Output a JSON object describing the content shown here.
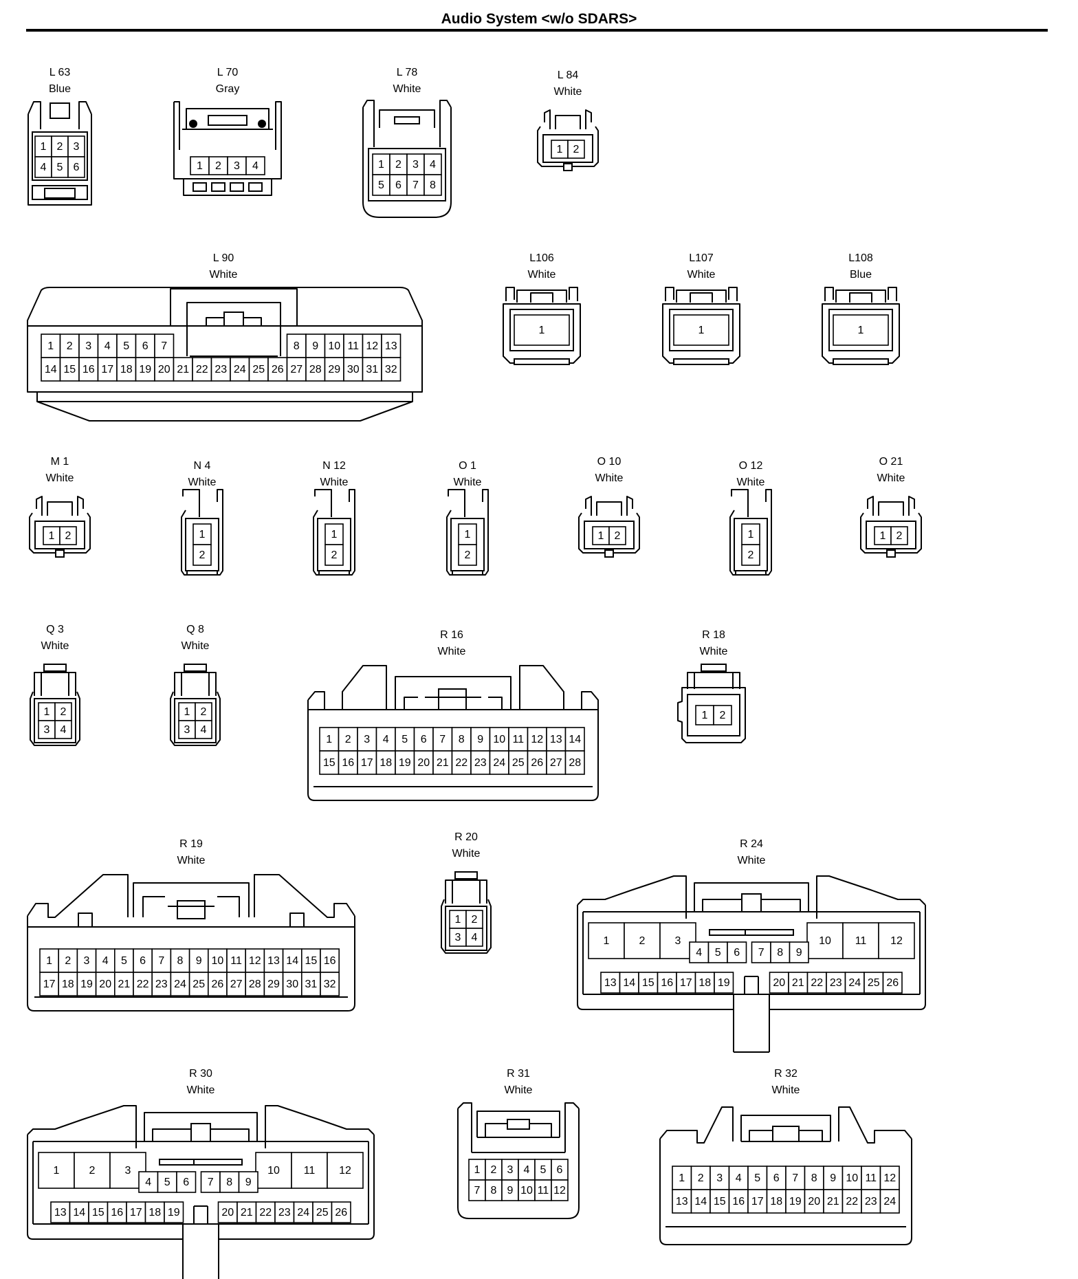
{
  "title": "Audio System <w/o SDARS>",
  "connectors": [
    {
      "id": "L 63",
      "color": "Blue",
      "rows": [
        [
          "1",
          "2",
          "3"
        ],
        [
          "4",
          "5",
          "6"
        ]
      ]
    },
    {
      "id": "L 70",
      "color": "Gray",
      "rows": [
        [
          "1",
          "2",
          "3",
          "4"
        ]
      ]
    },
    {
      "id": "L 78",
      "color": "White",
      "rows": [
        [
          "1",
          "2",
          "3",
          "4"
        ],
        [
          "5",
          "6",
          "7",
          "8"
        ]
      ]
    },
    {
      "id": "L 84",
      "color": "White",
      "rows": [
        [
          "1",
          "2"
        ]
      ]
    },
    {
      "id": "L 90",
      "color": "White",
      "rows": [
        [
          "1",
          "2",
          "3",
          "4",
          "5",
          "6",
          "7",
          "",
          "",
          "",
          "",
          "",
          "",
          "8",
          "9",
          "10",
          "11",
          "12",
          "13"
        ],
        [
          "14",
          "15",
          "16",
          "17",
          "18",
          "19",
          "20",
          "21",
          "22",
          "23",
          "24",
          "25",
          "26",
          "27",
          "28",
          "29",
          "30",
          "31",
          "32"
        ]
      ]
    },
    {
      "id": "L106",
      "color": "White",
      "rows": [
        [
          "1"
        ]
      ]
    },
    {
      "id": "L107",
      "color": "White",
      "rows": [
        [
          "1"
        ]
      ]
    },
    {
      "id": "L108",
      "color": "Blue",
      "rows": [
        [
          "1"
        ]
      ]
    },
    {
      "id": "M 1",
      "color": "White",
      "rows": [
        [
          "1",
          "2"
        ]
      ]
    },
    {
      "id": "N 4",
      "color": "White",
      "rows": [
        [
          "1"
        ],
        [
          "2"
        ]
      ]
    },
    {
      "id": "N 12",
      "color": "White",
      "rows": [
        [
          "1"
        ],
        [
          "2"
        ]
      ]
    },
    {
      "id": "O 1",
      "color": "White",
      "rows": [
        [
          "1"
        ],
        [
          "2"
        ]
      ]
    },
    {
      "id": "O 10",
      "color": "White",
      "rows": [
        [
          "1",
          "2"
        ]
      ]
    },
    {
      "id": "O 12",
      "color": "White",
      "rows": [
        [
          "1"
        ],
        [
          "2"
        ]
      ]
    },
    {
      "id": "O 21",
      "color": "White",
      "rows": [
        [
          "1",
          "2"
        ]
      ]
    },
    {
      "id": "Q 3",
      "color": "White",
      "rows": [
        [
          "1",
          "2"
        ],
        [
          "3",
          "4"
        ]
      ]
    },
    {
      "id": "Q 8",
      "color": "White",
      "rows": [
        [
          "1",
          "2"
        ],
        [
          "3",
          "4"
        ]
      ]
    },
    {
      "id": "R 16",
      "color": "White",
      "rows": [
        [
          "1",
          "2",
          "3",
          "4",
          "5",
          "6",
          "7",
          "8",
          "9",
          "10",
          "11",
          "12",
          "13",
          "14"
        ],
        [
          "15",
          "16",
          "17",
          "18",
          "19",
          "20",
          "21",
          "22",
          "23",
          "24",
          "25",
          "26",
          "27",
          "28"
        ]
      ]
    },
    {
      "id": "R 18",
      "color": "White",
      "rows": [
        [
          "1",
          "2"
        ]
      ]
    },
    {
      "id": "R 19",
      "color": "White",
      "rows": [
        [
          "1",
          "2",
          "3",
          "4",
          "5",
          "6",
          "7",
          "8",
          "9",
          "10",
          "11",
          "12",
          "13",
          "14",
          "15",
          "16"
        ],
        [
          "17",
          "18",
          "19",
          "20",
          "21",
          "22",
          "23",
          "24",
          "25",
          "26",
          "27",
          "28",
          "29",
          "30",
          "31",
          "32"
        ]
      ]
    },
    {
      "id": "R 20",
      "color": "White",
      "rows": [
        [
          "1",
          "2"
        ],
        [
          "3",
          "4"
        ]
      ]
    },
    {
      "id": "R 24",
      "color": "White",
      "big": [
        "1",
        "2",
        "3",
        "10",
        "11",
        "12"
      ],
      "mid": [
        "4",
        "5",
        "6",
        "7",
        "8",
        "9"
      ],
      "low": [
        "13",
        "14",
        "15",
        "16",
        "17",
        "18",
        "19",
        "20",
        "21",
        "22",
        "23",
        "24",
        "25",
        "26"
      ]
    },
    {
      "id": "R 30",
      "color": "White",
      "big": [
        "1",
        "2",
        "3",
        "10",
        "11",
        "12"
      ],
      "mid": [
        "4",
        "5",
        "6",
        "7",
        "8",
        "9"
      ],
      "low": [
        "13",
        "14",
        "15",
        "16",
        "17",
        "18",
        "19",
        "20",
        "21",
        "22",
        "23",
        "24",
        "25",
        "26"
      ]
    },
    {
      "id": "R 31",
      "color": "White",
      "rows": [
        [
          "1",
          "2",
          "3",
          "4",
          "5",
          "6"
        ],
        [
          "7",
          "8",
          "9",
          "10",
          "11",
          "12"
        ]
      ]
    },
    {
      "id": "R 32",
      "color": "White",
      "rows": [
        [
          "1",
          "2",
          "3",
          "4",
          "5",
          "6",
          "7",
          "8",
          "9",
          "10",
          "11",
          "12"
        ],
        [
          "13",
          "14",
          "15",
          "16",
          "17",
          "18",
          "19",
          "20",
          "21",
          "22",
          "23",
          "24"
        ]
      ]
    }
  ]
}
